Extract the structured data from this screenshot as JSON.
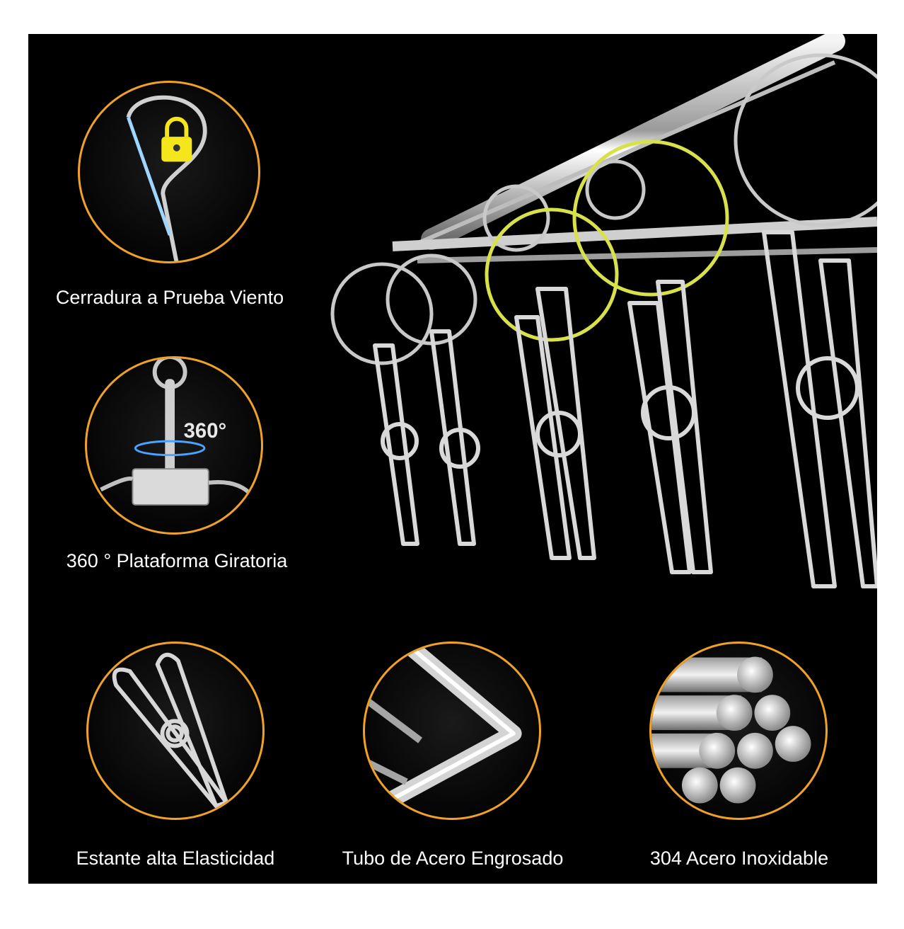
{
  "colors": {
    "background": "#000000",
    "circle_border": "#f0a228",
    "caption_text": "#ffffff",
    "highlight_ring": "#d8e04a",
    "lock_icon": "#f5e61c"
  },
  "features": [
    {
      "caption": "Cerradura a Prueba Viento",
      "icon": "lock-hook-icon"
    },
    {
      "caption": "360 ° Plataforma Giratoria",
      "icon": "rotate-360-icon",
      "badge": "360°"
    },
    {
      "caption": "Estante alta Elasticidad",
      "icon": "clothespin-icon"
    },
    {
      "caption": "Tubo de Acero Engrosado",
      "icon": "steel-tube-icon"
    },
    {
      "caption": "304 Acero Inoxidable",
      "icon": "steel-rods-icon"
    }
  ]
}
